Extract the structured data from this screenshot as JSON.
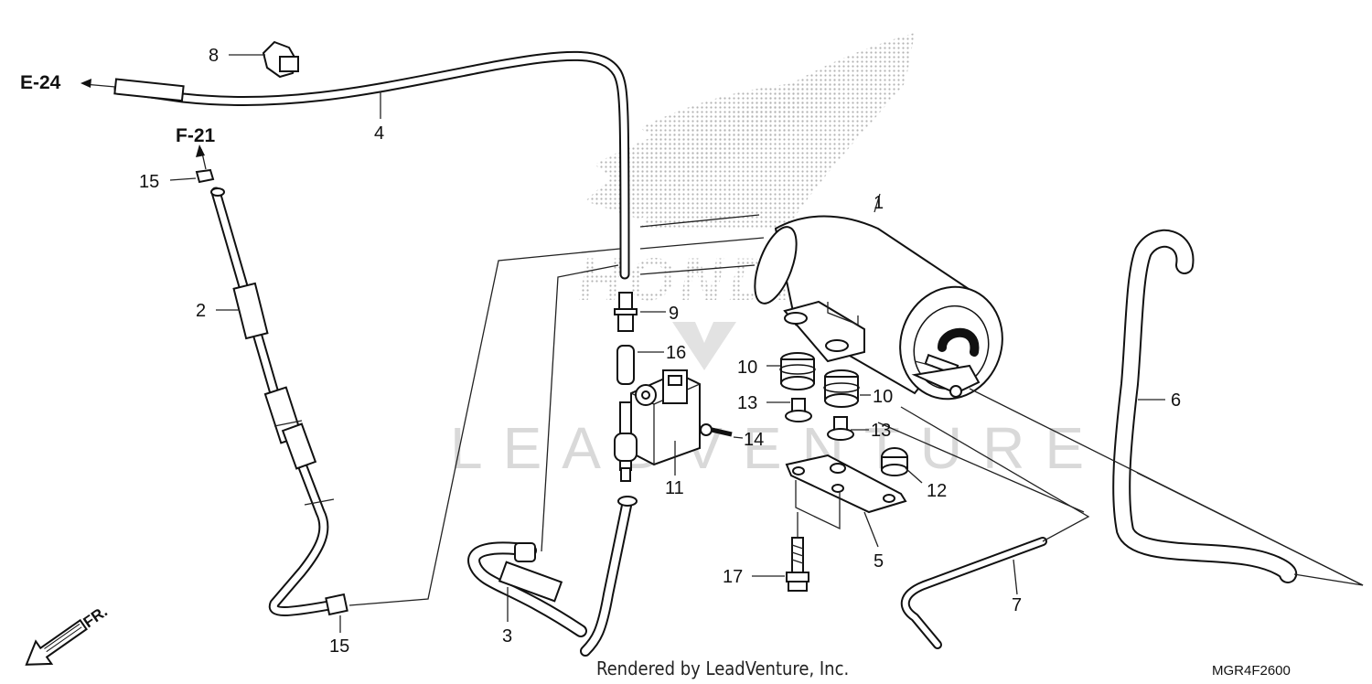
{
  "diagram": {
    "refs": {
      "e24": "E-24",
      "f21": "F-21"
    },
    "labels": {
      "p1": "1",
      "p2": "2",
      "p3": "3",
      "p4": "4",
      "p5": "5",
      "p6": "6",
      "p7": "7",
      "p8": "8",
      "p9": "9",
      "p10a": "10",
      "p10b": "10",
      "p11": "11",
      "p12": "12",
      "p13a": "13",
      "p13b": "13",
      "p14": "14",
      "p15a": "15",
      "p15b": "15",
      "p16": "16",
      "p17": "17"
    },
    "front_marker": "FR.",
    "watermark_logo": "HONDA",
    "watermark_text": "LEADVENTURE",
    "footer": "Rendered by LeadVenture, Inc.",
    "diagram_code": "MGR4F2600"
  }
}
